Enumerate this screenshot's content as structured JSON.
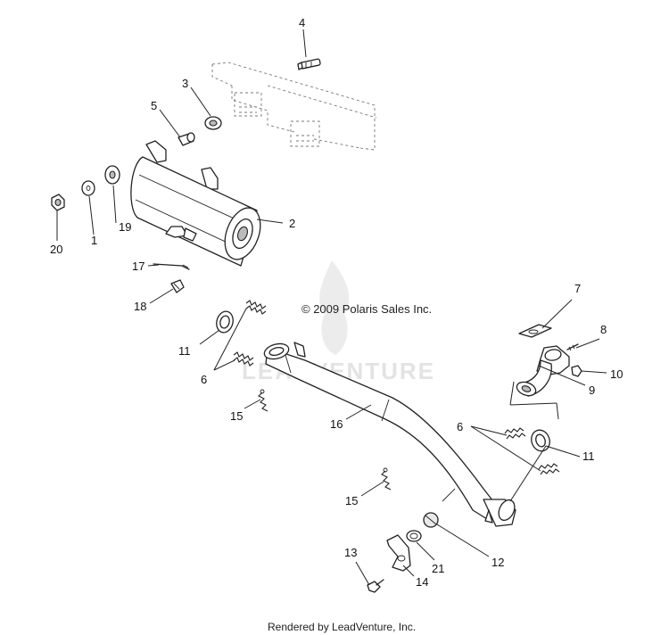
{
  "copyright": "© 2009 Polaris Sales Inc.",
  "footer": "Rendered by LeadVenture, Inc.",
  "watermark": "LEADVENTURE",
  "callouts": [
    "1",
    "2",
    "3",
    "4",
    "5",
    "6",
    "6",
    "7",
    "8",
    "9",
    "10",
    "11",
    "11",
    "12",
    "13",
    "14",
    "15",
    "15",
    "16",
    "17",
    "18",
    "19",
    "20",
    "21"
  ]
}
